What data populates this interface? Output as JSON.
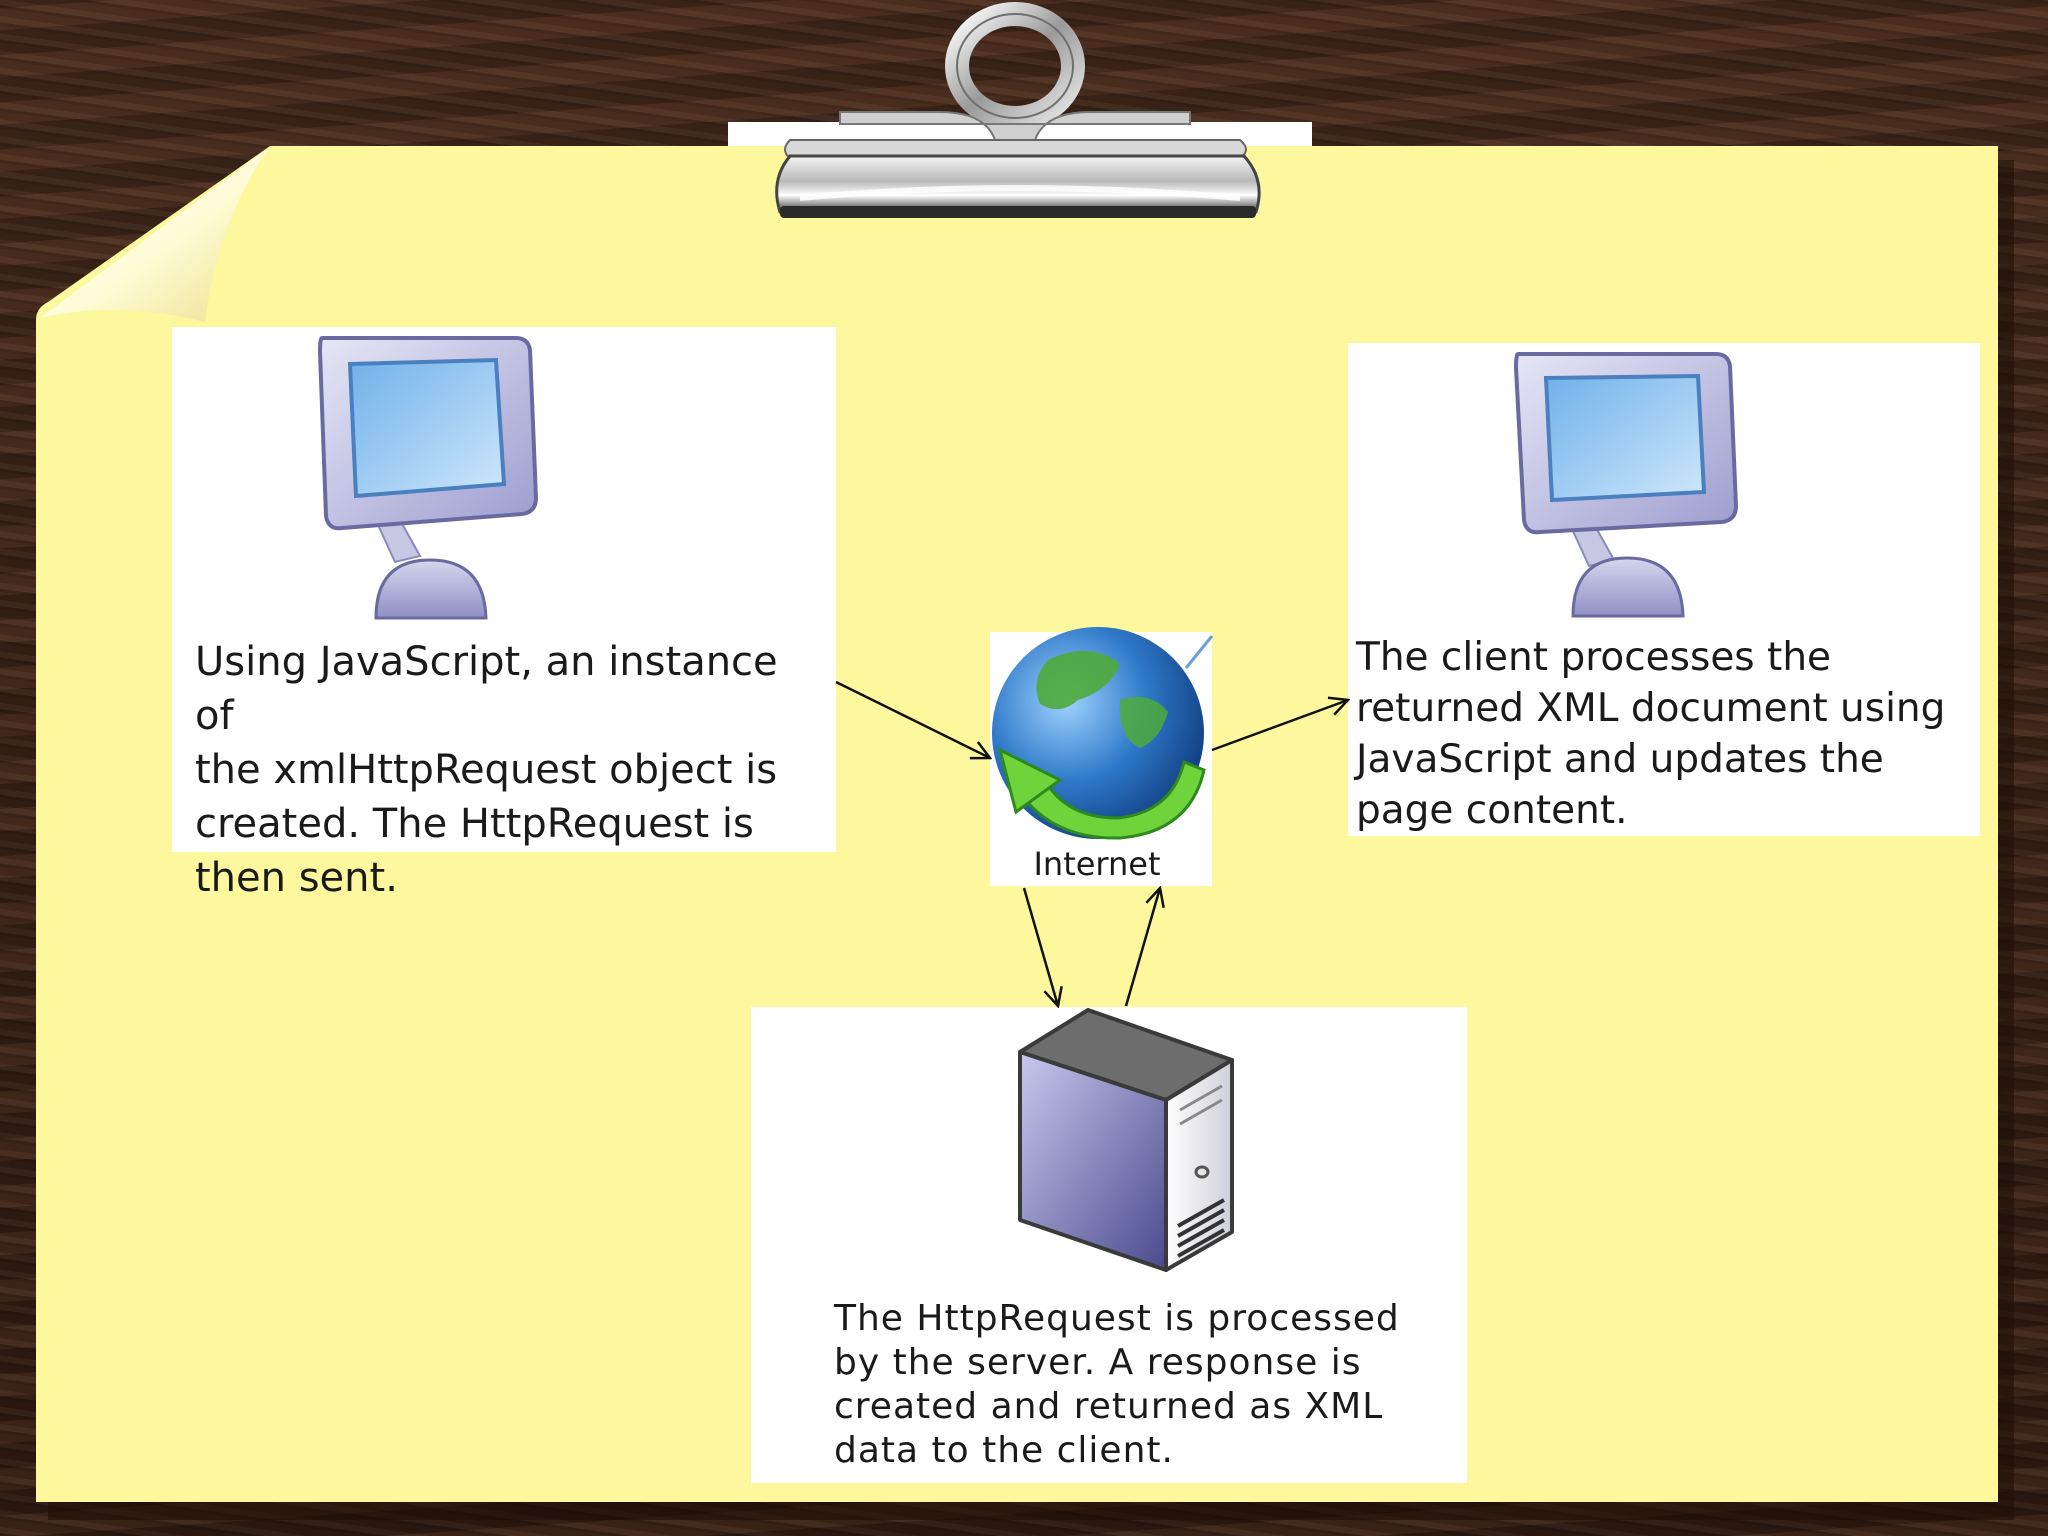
{
  "diagram": {
    "client_request_text": "Using JavaScript, an instance of\nthe xmlHttpRequest object is\ncreated. The HttpRequest is\nthen sent.",
    "internet_label": "Internet",
    "client_result_text": "The client processes the\nreturned XML document using\nJavaScript and updates the\npage content.",
    "server_text": "The HttpRequest is processed\nby the server. A response is\ncreated and returned as XML\ndata to the client."
  },
  "colors": {
    "paper": "#fdf79d",
    "paper_fold": "#fffad0",
    "panel": "#ffffff",
    "arrow": "#111111",
    "monitor_frame": "#b9b9e0",
    "monitor_screen": "#8dc3ee",
    "server_body": "#7a78b8",
    "globe": "#2a6fb8",
    "globe_arrow": "#5fc23a"
  },
  "icons": [
    "paper-clip-icon",
    "monitor-icon",
    "globe-icon",
    "server-icon"
  ]
}
